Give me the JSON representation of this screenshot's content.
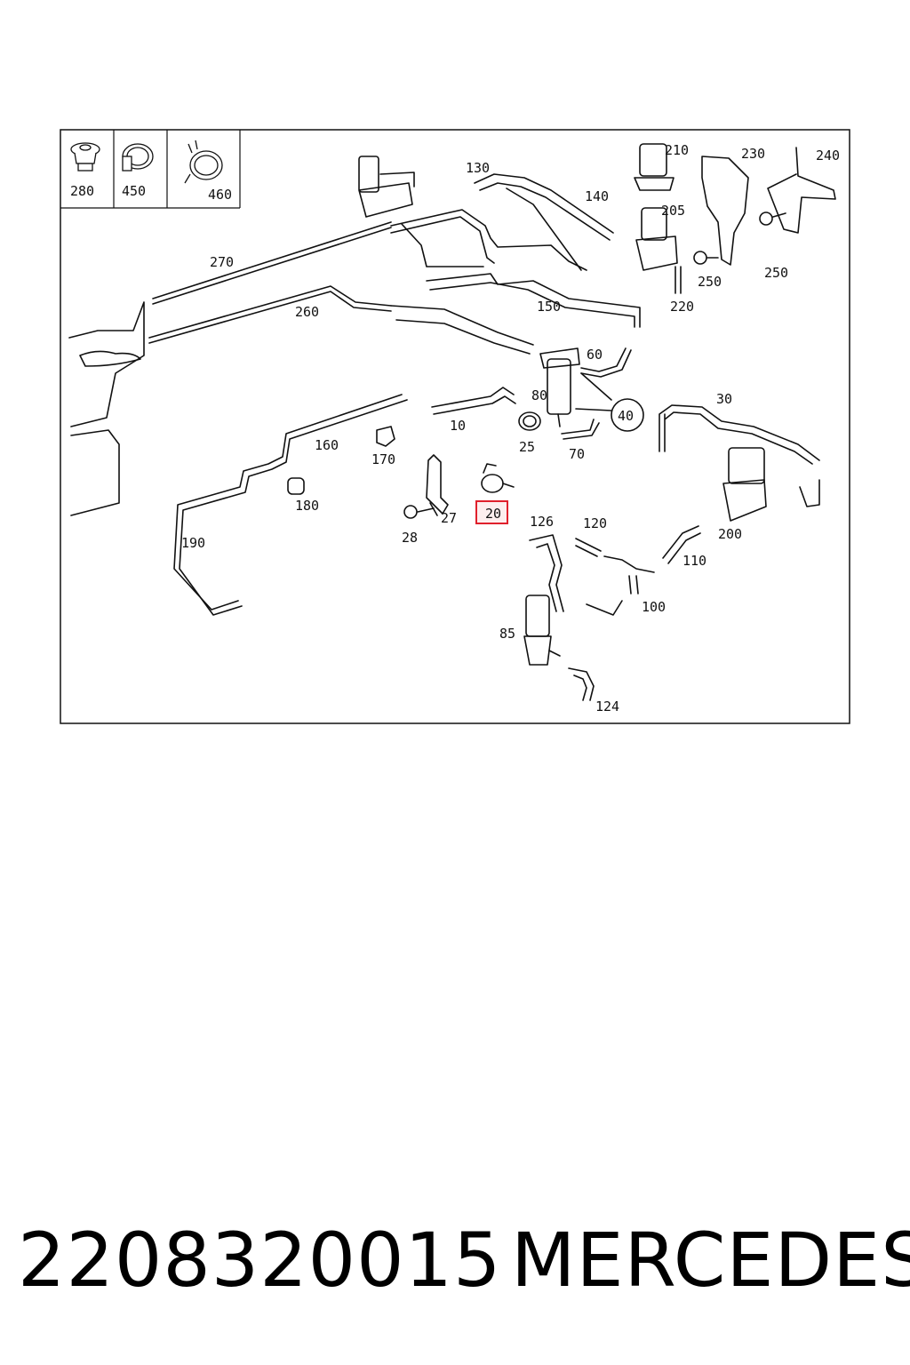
{
  "diagram": {
    "legend": [
      {
        "label": "280",
        "icon": "plug-grommet-icon"
      },
      {
        "label": "450",
        "icon": "hose-clamp-icon"
      },
      {
        "label": "460",
        "icon": "spring-clamp-icon"
      }
    ],
    "parts": [
      {
        "label": "210",
        "icon": "pump-icon"
      },
      {
        "label": "230",
        "icon": "bracket-icon"
      },
      {
        "label": "240",
        "icon": "bracket-icon"
      },
      {
        "label": "130",
        "icon": "hose-icon"
      },
      {
        "label": "140",
        "icon": "hose-icon"
      },
      {
        "label": "205",
        "icon": "valve-block-icon"
      },
      {
        "label": "270",
        "icon": "pipe-icon"
      },
      {
        "label": "250",
        "icon": "screw-icon"
      },
      {
        "label": "250",
        "icon": "screw-icon"
      },
      {
        "label": "260",
        "icon": "pipe-icon"
      },
      {
        "label": "150",
        "icon": "hose-icon"
      },
      {
        "label": "220",
        "icon": "fitting-icon"
      },
      {
        "label": "60",
        "icon": "hose-icon"
      },
      {
        "label": "30",
        "icon": "hose-icon"
      },
      {
        "label": "80",
        "icon": "pump-icon"
      },
      {
        "label": "40",
        "icon": "callout-circle-icon"
      },
      {
        "label": "10",
        "icon": "hose-icon"
      },
      {
        "label": "160",
        "icon": "pipe-icon"
      },
      {
        "label": "25",
        "icon": "clamp-icon"
      },
      {
        "label": "170",
        "icon": "grommet-icon"
      },
      {
        "label": "70",
        "icon": "hose-icon"
      },
      {
        "label": "180",
        "icon": "grommet-icon"
      },
      {
        "label": "27",
        "icon": "bracket-icon"
      },
      {
        "label": "20",
        "icon": "clamp-icon"
      },
      {
        "label": "126",
        "icon": "hose-icon"
      },
      {
        "label": "120",
        "icon": "hose-icon"
      },
      {
        "label": "200",
        "icon": "valve-block-icon"
      },
      {
        "label": "190",
        "icon": "pipe-icon"
      },
      {
        "label": "28",
        "icon": "screw-icon"
      },
      {
        "label": "110",
        "icon": "hose-icon"
      },
      {
        "label": "100",
        "icon": "connector-icon"
      },
      {
        "label": "85",
        "icon": "pump-icon"
      },
      {
        "label": "124",
        "icon": "hose-icon"
      }
    ],
    "highlighted_part": "20",
    "highlight_color": "#e0202c",
    "line_color": "#111111"
  },
  "caption": {
    "part_number": "2208320015",
    "brand": "MERCEDES"
  }
}
